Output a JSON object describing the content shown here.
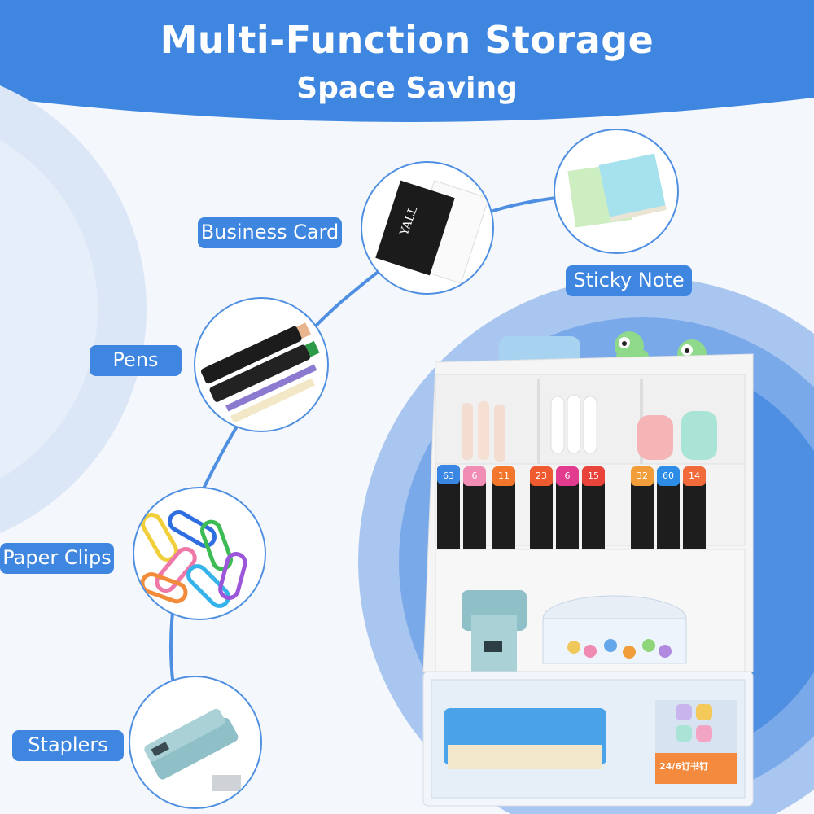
{
  "header": {
    "title": "Multi-Function Storage",
    "subtitle": "Space Saving"
  },
  "labels": {
    "business_card": "Business Card",
    "sticky_note": "Sticky Note",
    "pens": "Pens",
    "paper_clips": "Paper Clips",
    "staplers": "Staplers"
  },
  "colors": {
    "header_blue": "#3e86e0",
    "pill_blue": "#3e86e0",
    "light_blue": "#a9c6f1",
    "circle_border": "#4f8fe2"
  },
  "marker_numbers": [
    "63",
    "6",
    "11",
    "23",
    "6",
    "15",
    "32",
    "60",
    "14"
  ],
  "staples_box_label": "24/6订书钉"
}
